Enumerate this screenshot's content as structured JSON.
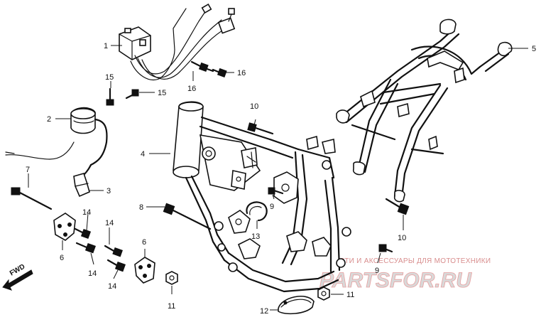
{
  "callouts": {
    "c1": "1",
    "c2": "2",
    "c3": "3",
    "c4": "4",
    "c5": "5",
    "c6a": "6",
    "c6b": "6",
    "c7": "7",
    "c8": "8",
    "c9a": "9",
    "c9b": "9",
    "c10a": "10",
    "c10b": "10",
    "c11a": "11",
    "c11b": "11",
    "c12": "12",
    "c13": "13",
    "c14a": "14",
    "c14b": "14",
    "c14c": "14",
    "c14d": "14",
    "c15a": "15",
    "c15b": "15",
    "c16a": "16",
    "c16b": "16"
  },
  "direction": {
    "label": "FWD"
  },
  "watermark": {
    "tagline": "СТИ И АКСЕССУАРЫ ДЛЯ МОТОТЕХНИКИ",
    "logo_text": "PARTSFOR.RU",
    "accent_color": "#e08a8a"
  }
}
